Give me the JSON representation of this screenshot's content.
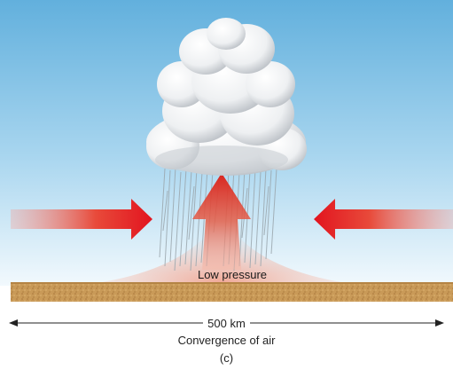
{
  "labels": {
    "center": "Low pressure",
    "scale": "500 km",
    "title": "Convergence of air",
    "panel": "(c)"
  },
  "colors": {
    "sky_top": "#6fb7df",
    "sky_bottom": "#eef7fc",
    "ground": "#c89a5a",
    "arrow": "#e8202a",
    "cloud": "#f4f6f8"
  },
  "icons": {
    "left_arrow": "arrow-right-icon",
    "right_arrow": "arrow-left-icon",
    "updraft": "arrow-up-icon",
    "cloud": "cloud-icon",
    "rain": "rain-icon"
  }
}
